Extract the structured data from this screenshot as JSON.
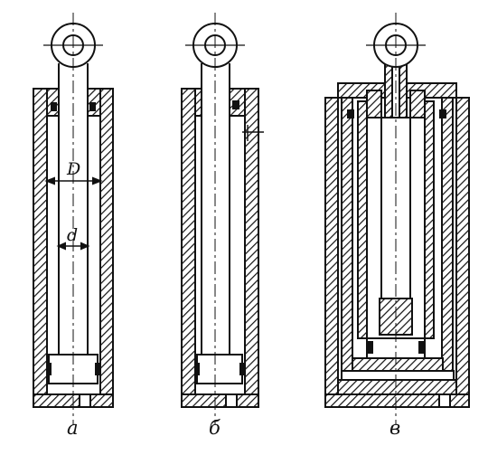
{
  "colors": {
    "ink": "#111111",
    "paper": "#ffffff"
  },
  "dimension_labels": {
    "outer_diameter": "D",
    "rod_diameter": "d"
  },
  "captions": [
    "а",
    "б",
    "в"
  ]
}
